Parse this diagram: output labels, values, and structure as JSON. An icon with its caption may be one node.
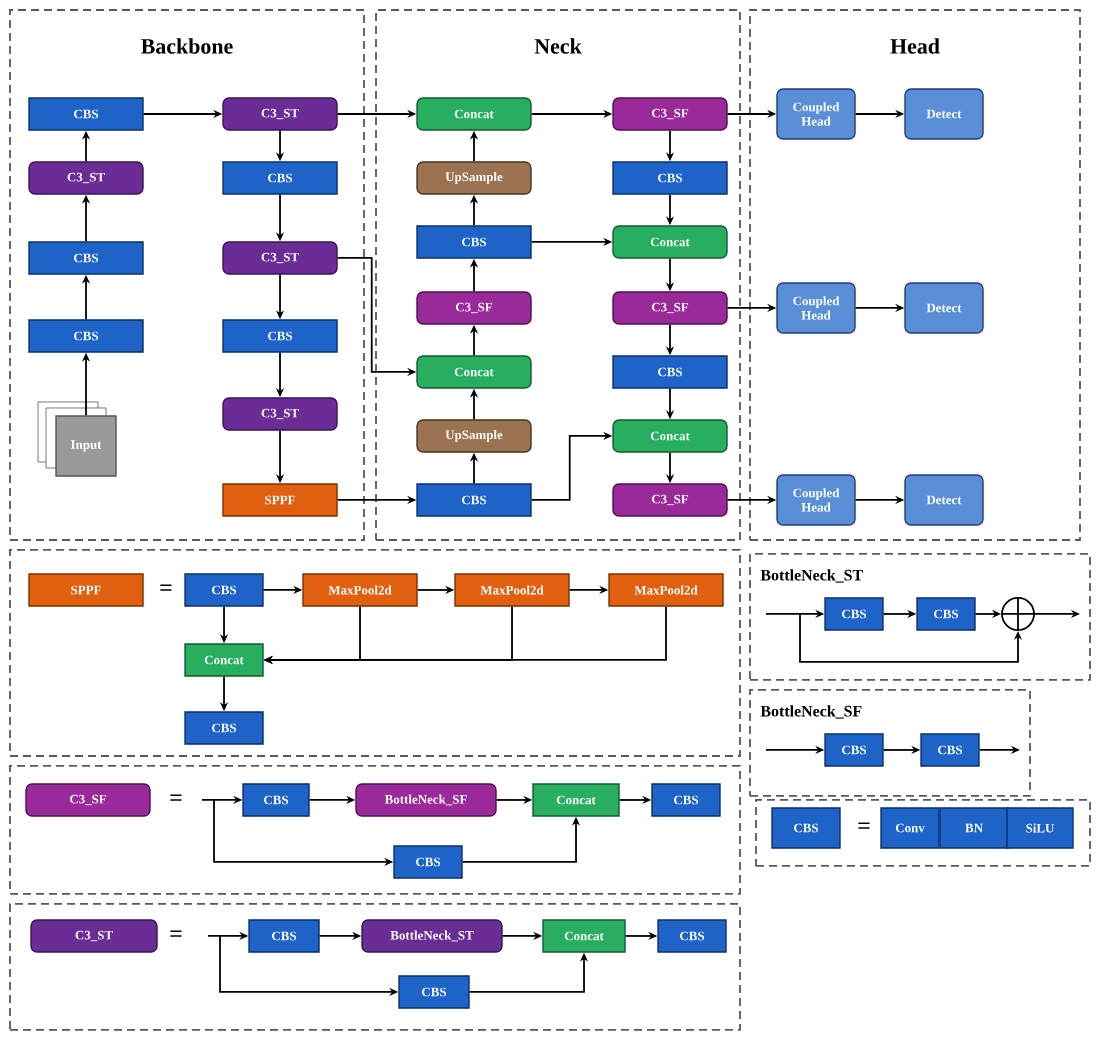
{
  "diagram": {
    "nodes": [
      {
        "text": [
          "Backbone"
        ]
      },
      {
        "text": [
          "CBS"
        ],
        "in": 0
      },
      {
        "text": [
          "C3_ST"
        ],
        "in": 0
      },
      {
        "text": [
          "CBS"
        ],
        "in": 0
      },
      {
        "text": [
          "CBS"
        ],
        "in": 0
      },
      {
        "text": [
          "Input"
        ],
        "in": 0
      },
      {
        "text": [
          "C3_ST"
        ],
        "in": 0
      },
      {
        "text": [
          "CBS"
        ],
        "in": 0
      },
      {
        "text": [
          "C3_ST"
        ],
        "in": 0
      },
      {
        "text": [
          "CBS"
        ],
        "in": 0
      },
      {
        "text": [
          "C3_ST"
        ],
        "in": 0
      },
      {
        "text": [
          "SPPF"
        ],
        "in": 0
      },
      {
        "text": [
          "Neck"
        ]
      },
      {
        "text": [
          "Concat"
        ],
        "in": 12
      },
      {
        "text": [
          "UpSample"
        ],
        "in": 12
      },
      {
        "text": [
          "CBS"
        ],
        "in": 12
      },
      {
        "text": [
          "C3_SF"
        ],
        "in": 12
      },
      {
        "text": [
          "Concat"
        ],
        "in": 12
      },
      {
        "text": [
          "UpSample"
        ],
        "in": 12
      },
      {
        "text": [
          "CBS"
        ],
        "in": 12
      },
      {
        "text": [
          "C3_SF"
        ],
        "in": 12
      },
      {
        "text": [
          "CBS"
        ],
        "in": 12
      },
      {
        "text": [
          "Concat"
        ],
        "in": 12
      },
      {
        "text": [
          "C3_SF"
        ],
        "in": 12
      },
      {
        "text": [
          "CBS"
        ],
        "in": 12
      },
      {
        "text": [
          "Concat"
        ],
        "in": 12
      },
      {
        "text": [
          "C3_SF"
        ],
        "in": 12
      },
      {
        "text": [
          "Head"
        ]
      },
      {
        "text": [
          "Coupled Head"
        ],
        "in": 27
      },
      {
        "text": [
          "Detect"
        ],
        "in": 27
      },
      {
        "text": [
          "Coupled Head"
        ],
        "in": 27
      },
      {
        "text": [
          "Detect"
        ],
        "in": 27
      },
      {
        "text": [
          "Coupled Head"
        ],
        "in": 27
      },
      {
        "text": [
          "Detect"
        ],
        "in": 27
      },
      {
        "text": [],
        "shape": "box"
      },
      {
        "text": [
          "SPPF"
        ],
        "in": 34
      },
      {
        "text": [
          "CBS"
        ],
        "in": 34
      },
      {
        "text": [
          "MaxPool2d"
        ],
        "in": 34
      },
      {
        "text": [
          "MaxPool2d"
        ],
        "in": 34
      },
      {
        "text": [
          "MaxPool2d"
        ],
        "in": 34
      },
      {
        "text": [
          "Concat"
        ],
        "in": 34
      },
      {
        "text": [
          "CBS"
        ],
        "in": 34
      },
      {
        "text": [
          "BottleNeck_ST"
        ]
      },
      {
        "text": [
          "CBS"
        ],
        "in": 42
      },
      {
        "text": [
          "CBS"
        ],
        "in": 42
      },
      {
        "text": [],
        "shape": "circle",
        "in": 42
      },
      {
        "text": [
          "BottleNeck_SF"
        ]
      },
      {
        "text": [
          "CBS"
        ],
        "in": 46
      },
      {
        "text": [
          "CBS"
        ],
        "in": 46
      },
      {
        "text": [],
        "shape": "box"
      },
      {
        "text": [
          "C3_SF"
        ],
        "in": 49
      },
      {
        "text": [
          "CBS"
        ],
        "in": 49
      },
      {
        "text": [
          "BottleNeck_SF"
        ],
        "in": 49
      },
      {
        "text": [
          "Concat"
        ],
        "in": 49
      },
      {
        "text": [
          "CBS"
        ],
        "in": 49
      },
      {
        "text": [
          "CBS"
        ],
        "in": 49
      },
      {
        "text": [],
        "shape": "box"
      },
      {
        "text": [
          "CBS"
        ],
        "in": 56
      },
      {
        "text": [
          "Conv"
        ],
        "in": 56
      },
      {
        "text": [
          "BN"
        ],
        "in": 56
      },
      {
        "text": [
          "SiLU"
        ],
        "in": 56
      },
      {
        "text": [],
        "shape": "box"
      },
      {
        "text": [
          "C3_ST"
        ],
        "in": 61
      },
      {
        "text": [
          "CBS"
        ],
        "in": 61
      },
      {
        "text": [
          "BottleNeck_ST"
        ],
        "in": 61
      },
      {
        "text": [
          "Concat"
        ],
        "in": 61
      },
      {
        "text": [
          "CBS"
        ],
        "in": 61
      },
      {
        "text": [
          "CBS"
        ],
        "in": 61
      }
    ],
    "edges": [
      {
        "from": 5,
        "to": 4,
        "arrow": "to"
      },
      {
        "from": 4,
        "to": 3,
        "arrow": "to"
      },
      {
        "from": 3,
        "to": 2,
        "arrow": "to"
      },
      {
        "from": 2,
        "to": 1,
        "arrow": "to"
      },
      {
        "from": 1,
        "to": 6,
        "arrow": "to"
      },
      {
        "from": 6,
        "to": 7,
        "arrow": "to"
      },
      {
        "from": 7,
        "to": 8,
        "arrow": "to"
      },
      {
        "from": 8,
        "to": 9,
        "arrow": "to"
      },
      {
        "from": 9,
        "to": 10,
        "arrow": "to"
      },
      {
        "from": 10,
        "to": 11,
        "arrow": "to"
      },
      {
        "from": 6,
        "to": 13,
        "arrow": "to"
      },
      {
        "from": 8,
        "to": 17,
        "arrow": "to"
      },
      {
        "from": 11,
        "to": 19,
        "arrow": "to"
      },
      {
        "from": 19,
        "to": 18,
        "arrow": "to"
      },
      {
        "from": 18,
        "to": 17,
        "arrow": "to"
      },
      {
        "from": 17,
        "to": 16,
        "arrow": "to"
      },
      {
        "from": 16,
        "to": 15,
        "arrow": "to"
      },
      {
        "from": 15,
        "to": 14,
        "arrow": "to"
      },
      {
        "from": 14,
        "to": 13,
        "arrow": "to"
      },
      {
        "from": 13,
        "to": 20,
        "arrow": "to"
      },
      {
        "from": 15,
        "to": 22,
        "arrow": "to"
      },
      {
        "from": 19,
        "to": 25,
        "arrow": "to"
      },
      {
        "from": 20,
        "to": 21,
        "arrow": "to"
      },
      {
        "from": 21,
        "to": 22,
        "arrow": "to"
      },
      {
        "from": 22,
        "to": 23,
        "arrow": "to"
      },
      {
        "from": 23,
        "to": 24,
        "arrow": "to"
      },
      {
        "from": 24,
        "to": 25,
        "arrow": "to"
      },
      {
        "from": 25,
        "to": 26,
        "arrow": "to"
      },
      {
        "from": 20,
        "to": 28,
        "arrow": "to"
      },
      {
        "from": 28,
        "to": 29,
        "arrow": "to"
      },
      {
        "from": 23,
        "to": 30,
        "arrow": "to"
      },
      {
        "from": 30,
        "to": 31,
        "arrow": "to"
      },
      {
        "from": 26,
        "to": 32,
        "arrow": "to"
      },
      {
        "from": 32,
        "to": 33,
        "arrow": "to"
      },
      {
        "from": 36,
        "to": 37,
        "arrow": "to"
      },
      {
        "from": 37,
        "to": 38,
        "arrow": "to"
      },
      {
        "from": 38,
        "to": 39,
        "arrow": "to"
      },
      {
        "from": 36,
        "to": 40,
        "arrow": "to"
      },
      {
        "from": 37,
        "to": 40,
        "arrow": "to"
      },
      {
        "from": 38,
        "to": 40,
        "arrow": "to"
      },
      {
        "from": 39,
        "to": 40,
        "arrow": "to"
      },
      {
        "from": 40,
        "to": 41,
        "arrow": "to"
      },
      {
        "from": null,
        "to": 43,
        "arrow": "to"
      },
      {
        "from": 43,
        "to": 44,
        "arrow": "to"
      },
      {
        "from": 44,
        "to": 45,
        "arrow": "to"
      },
      {
        "from": 45,
        "to": null,
        "arrow": "to"
      },
      {
        "from": null,
        "to": 45,
        "arrow": "to"
      },
      {
        "from": null,
        "to": 47,
        "arrow": "to"
      },
      {
        "from": 47,
        "to": 48,
        "arrow": "to"
      },
      {
        "from": 48,
        "to": null,
        "arrow": "to"
      },
      {
        "from": null,
        "to": 51,
        "arrow": "to"
      },
      {
        "from": 51,
        "to": 52,
        "arrow": "to"
      },
      {
        "from": 52,
        "to": 53,
        "arrow": "to"
      },
      {
        "from": 53,
        "to": 54,
        "arrow": "to"
      },
      {
        "from": null,
        "to": 55,
        "arrow": "to"
      },
      {
        "from": 55,
        "to": 53,
        "arrow": "to"
      },
      {
        "from": null,
        "to": 63,
        "arrow": "to"
      },
      {
        "from": 63,
        "to": 64,
        "arrow": "to"
      },
      {
        "from": 64,
        "to": 65,
        "arrow": "to"
      },
      {
        "from": 65,
        "to": 66,
        "arrow": "to"
      },
      {
        "from": null,
        "to": 67,
        "arrow": "to"
      },
      {
        "from": 67,
        "to": 65,
        "arrow": "to"
      }
    ],
    "labels": [
      "=",
      "=",
      "=",
      "="
    ]
  }
}
